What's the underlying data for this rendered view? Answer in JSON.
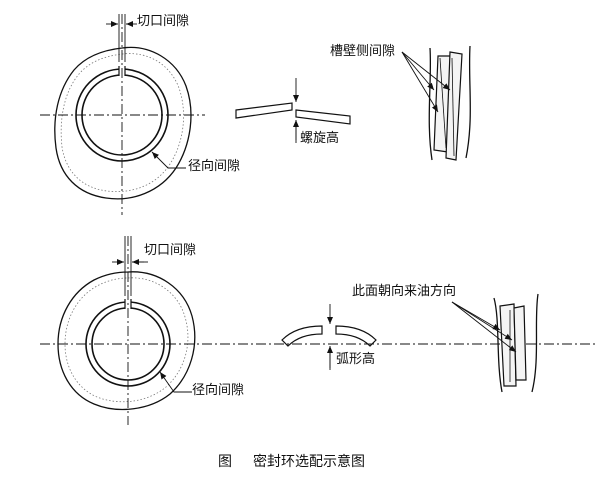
{
  "labels": {
    "top_cut_gap": "切口间隙",
    "top_radial_gap": "径向间隙",
    "groove_wall_gap": "槽壁侧间隙",
    "helix_height": "螺旋高",
    "bottom_cut_gap": "切口间隙",
    "bottom_radial_gap": "径向间隙",
    "arc_height": "弧形高",
    "oil_face": "此面朝向来油方向"
  },
  "caption": {
    "fig": "图",
    "title": "密封环选配示意图"
  }
}
